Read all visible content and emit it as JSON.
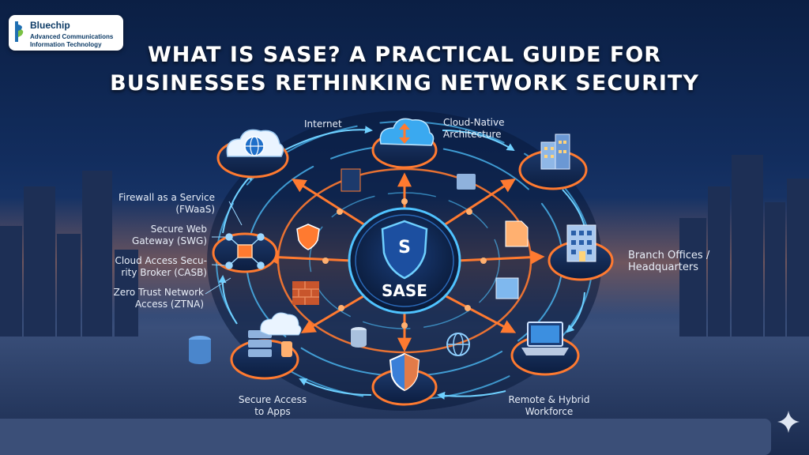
{
  "logo": {
    "name": "Bluechip",
    "line1": "Advanced Communications",
    "line2": "Information Technology"
  },
  "title": {
    "line1": "WHAT IS SASE? A PRACTICAL GUIDE FOR",
    "line2": "BUSINESSES RETHINKING NETWORK SECURITY"
  },
  "hub": {
    "label": "SASE",
    "letter": "S"
  },
  "labels": {
    "internet": "Internet",
    "cloud_native_1": "Cloud-Native",
    "cloud_native_2": "Architecture",
    "fwaas_1": "Firewall as a Service",
    "fwaas_2": "(FWaaS)",
    "swg_1": "Secure Web",
    "swg_2": "Gateway (SWG)",
    "casb_1": "Cloud Access Secu-",
    "casb_2": "rity Broker (CASB)",
    "ztna_1": "Zero Trust Network",
    "ztna_2": "Access (ZTNA)",
    "branch_1": "Branch Offices /",
    "branch_2": "Headquarters",
    "apps_1": "Secure Access",
    "apps_2": "to Apps",
    "remote_1": "Remote & Hybrid",
    "remote_2": "Workforce"
  },
  "colors": {
    "accent": "#ff7a30",
    "ring": "#4fc3ff",
    "hub": "#0c1d3f",
    "bar": "#3b4f78"
  },
  "icons": [
    "globe-cloud-icon",
    "cloud-upload-icon",
    "building-icon",
    "office-building-icon",
    "laptop-icon",
    "shield-icon",
    "server-cloud-icon",
    "network-lock-icon",
    "sase-shield-icon",
    "firewall-icon",
    "database-icon",
    "document-icon",
    "sparkle-icon"
  ]
}
